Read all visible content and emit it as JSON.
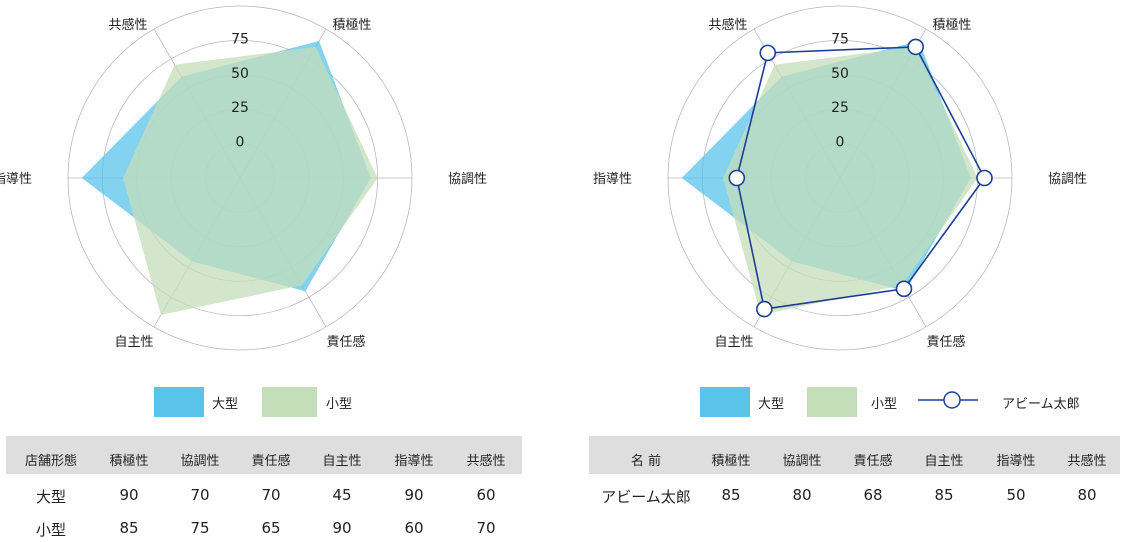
{
  "colors": {
    "large": "#5ac3ea",
    "small": "#c4deb9",
    "person_line": "#1c3f94",
    "grid": "#b9b9b9",
    "header_bg": "#dedede"
  },
  "chart_data": [
    {
      "type": "radar",
      "axes": [
        "積極性",
        "協調性",
        "責任感",
        "自主性",
        "指導性",
        "共感性"
      ],
      "rlim": [
        -25,
        100
      ],
      "ticks": [
        "0",
        "25",
        "50",
        "75"
      ],
      "tick_values": [
        0,
        25,
        50,
        75
      ],
      "series": [
        {
          "name": "大型",
          "values": [
            90,
            70,
            70,
            45,
            90,
            60
          ]
        },
        {
          "name": "小型",
          "values": [
            85,
            75,
            65,
            90,
            60,
            70
          ]
        }
      ],
      "legend": [
        "大型",
        "小型"
      ]
    },
    {
      "type": "radar",
      "axes": [
        "積極性",
        "協調性",
        "責任感",
        "自主性",
        "指導性",
        "共感性"
      ],
      "rlim": [
        -25,
        100
      ],
      "ticks": [
        "0",
        "25",
        "50",
        "75"
      ],
      "tick_values": [
        0,
        25,
        50,
        75
      ],
      "series": [
        {
          "name": "大型",
          "values": [
            90,
            70,
            70,
            45,
            90,
            60
          ]
        },
        {
          "name": "小型",
          "values": [
            85,
            75,
            65,
            90,
            60,
            70
          ]
        },
        {
          "name": "アビーム太郎",
          "values": [
            85,
            80,
            68,
            85,
            50,
            80
          ]
        }
      ],
      "legend": [
        "大型",
        "小型",
        "アビーム太郎"
      ]
    }
  ],
  "table_left": {
    "headers": [
      "店舗形態",
      "積極性",
      "協調性",
      "責任感",
      "自主性",
      "指導性",
      "共感性"
    ],
    "rows": [
      [
        "大型",
        "90",
        "70",
        "70",
        "45",
        "90",
        "60"
      ],
      [
        "小型",
        "85",
        "75",
        "65",
        "90",
        "60",
        "70"
      ]
    ]
  },
  "table_right": {
    "headers": [
      "名 前",
      "積極性",
      "協調性",
      "責任感",
      "自主性",
      "指導性",
      "共感性"
    ],
    "rows": [
      [
        "アビーム太郎",
        "85",
        "80",
        "68",
        "85",
        "50",
        "80"
      ]
    ]
  }
}
